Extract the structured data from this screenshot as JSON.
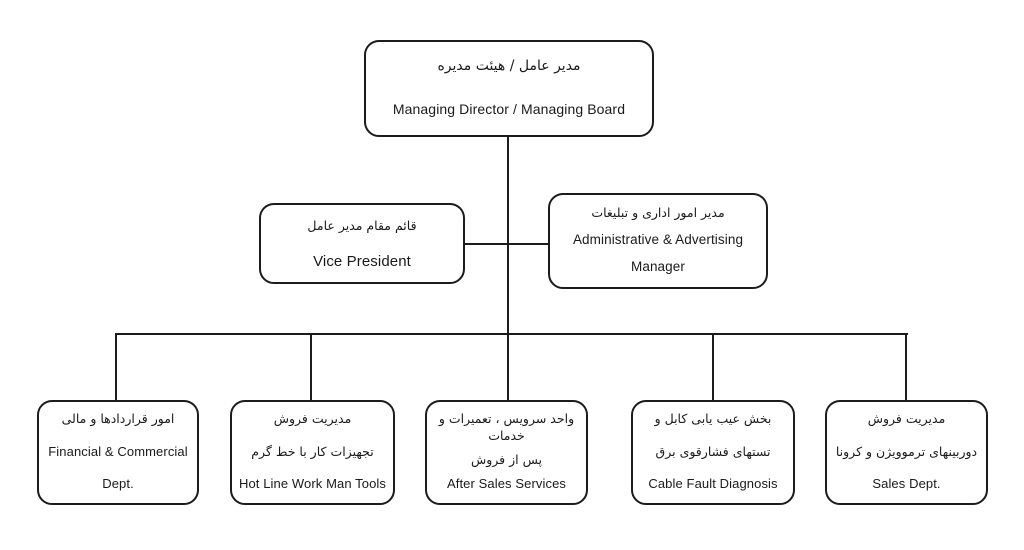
{
  "org_chart": {
    "root": {
      "title_fa": "مدیر عامل / هیئت مدیره",
      "title_en": "Managing Director / Managing Board"
    },
    "deputies": [
      {
        "title_fa": "قائم مقام مدیر عامل",
        "title_en": "Vice President"
      },
      {
        "title_fa": "مدیر امور اداری و تبلیغات",
        "title_en_line1": "Administrative & Advertising",
        "title_en_line2": "Manager"
      }
    ],
    "departments": [
      {
        "line1": "امور قراردادها و مالی",
        "line2": "Financial & Commercial",
        "line3": "Dept."
      },
      {
        "line1": "مدیریت فروش",
        "line2": "تجهیزات کار با خط گرم",
        "line3": "Hot Line Work Man Tools"
      },
      {
        "line1": "واحد سرویس ، تعمیرات و خدمات",
        "line2": "پس از فروش",
        "line3": "After Sales Services"
      },
      {
        "line1": "بخش عیب یابی کابل  و",
        "line2": "تستهای فشارقوی برق",
        "line3": "Cable Fault Diagnosis"
      },
      {
        "line1": "مدیریت فروش",
        "line2": "دوربینهای ترموویژن و کرونا",
        "line3": "Sales Dept."
      }
    ]
  }
}
